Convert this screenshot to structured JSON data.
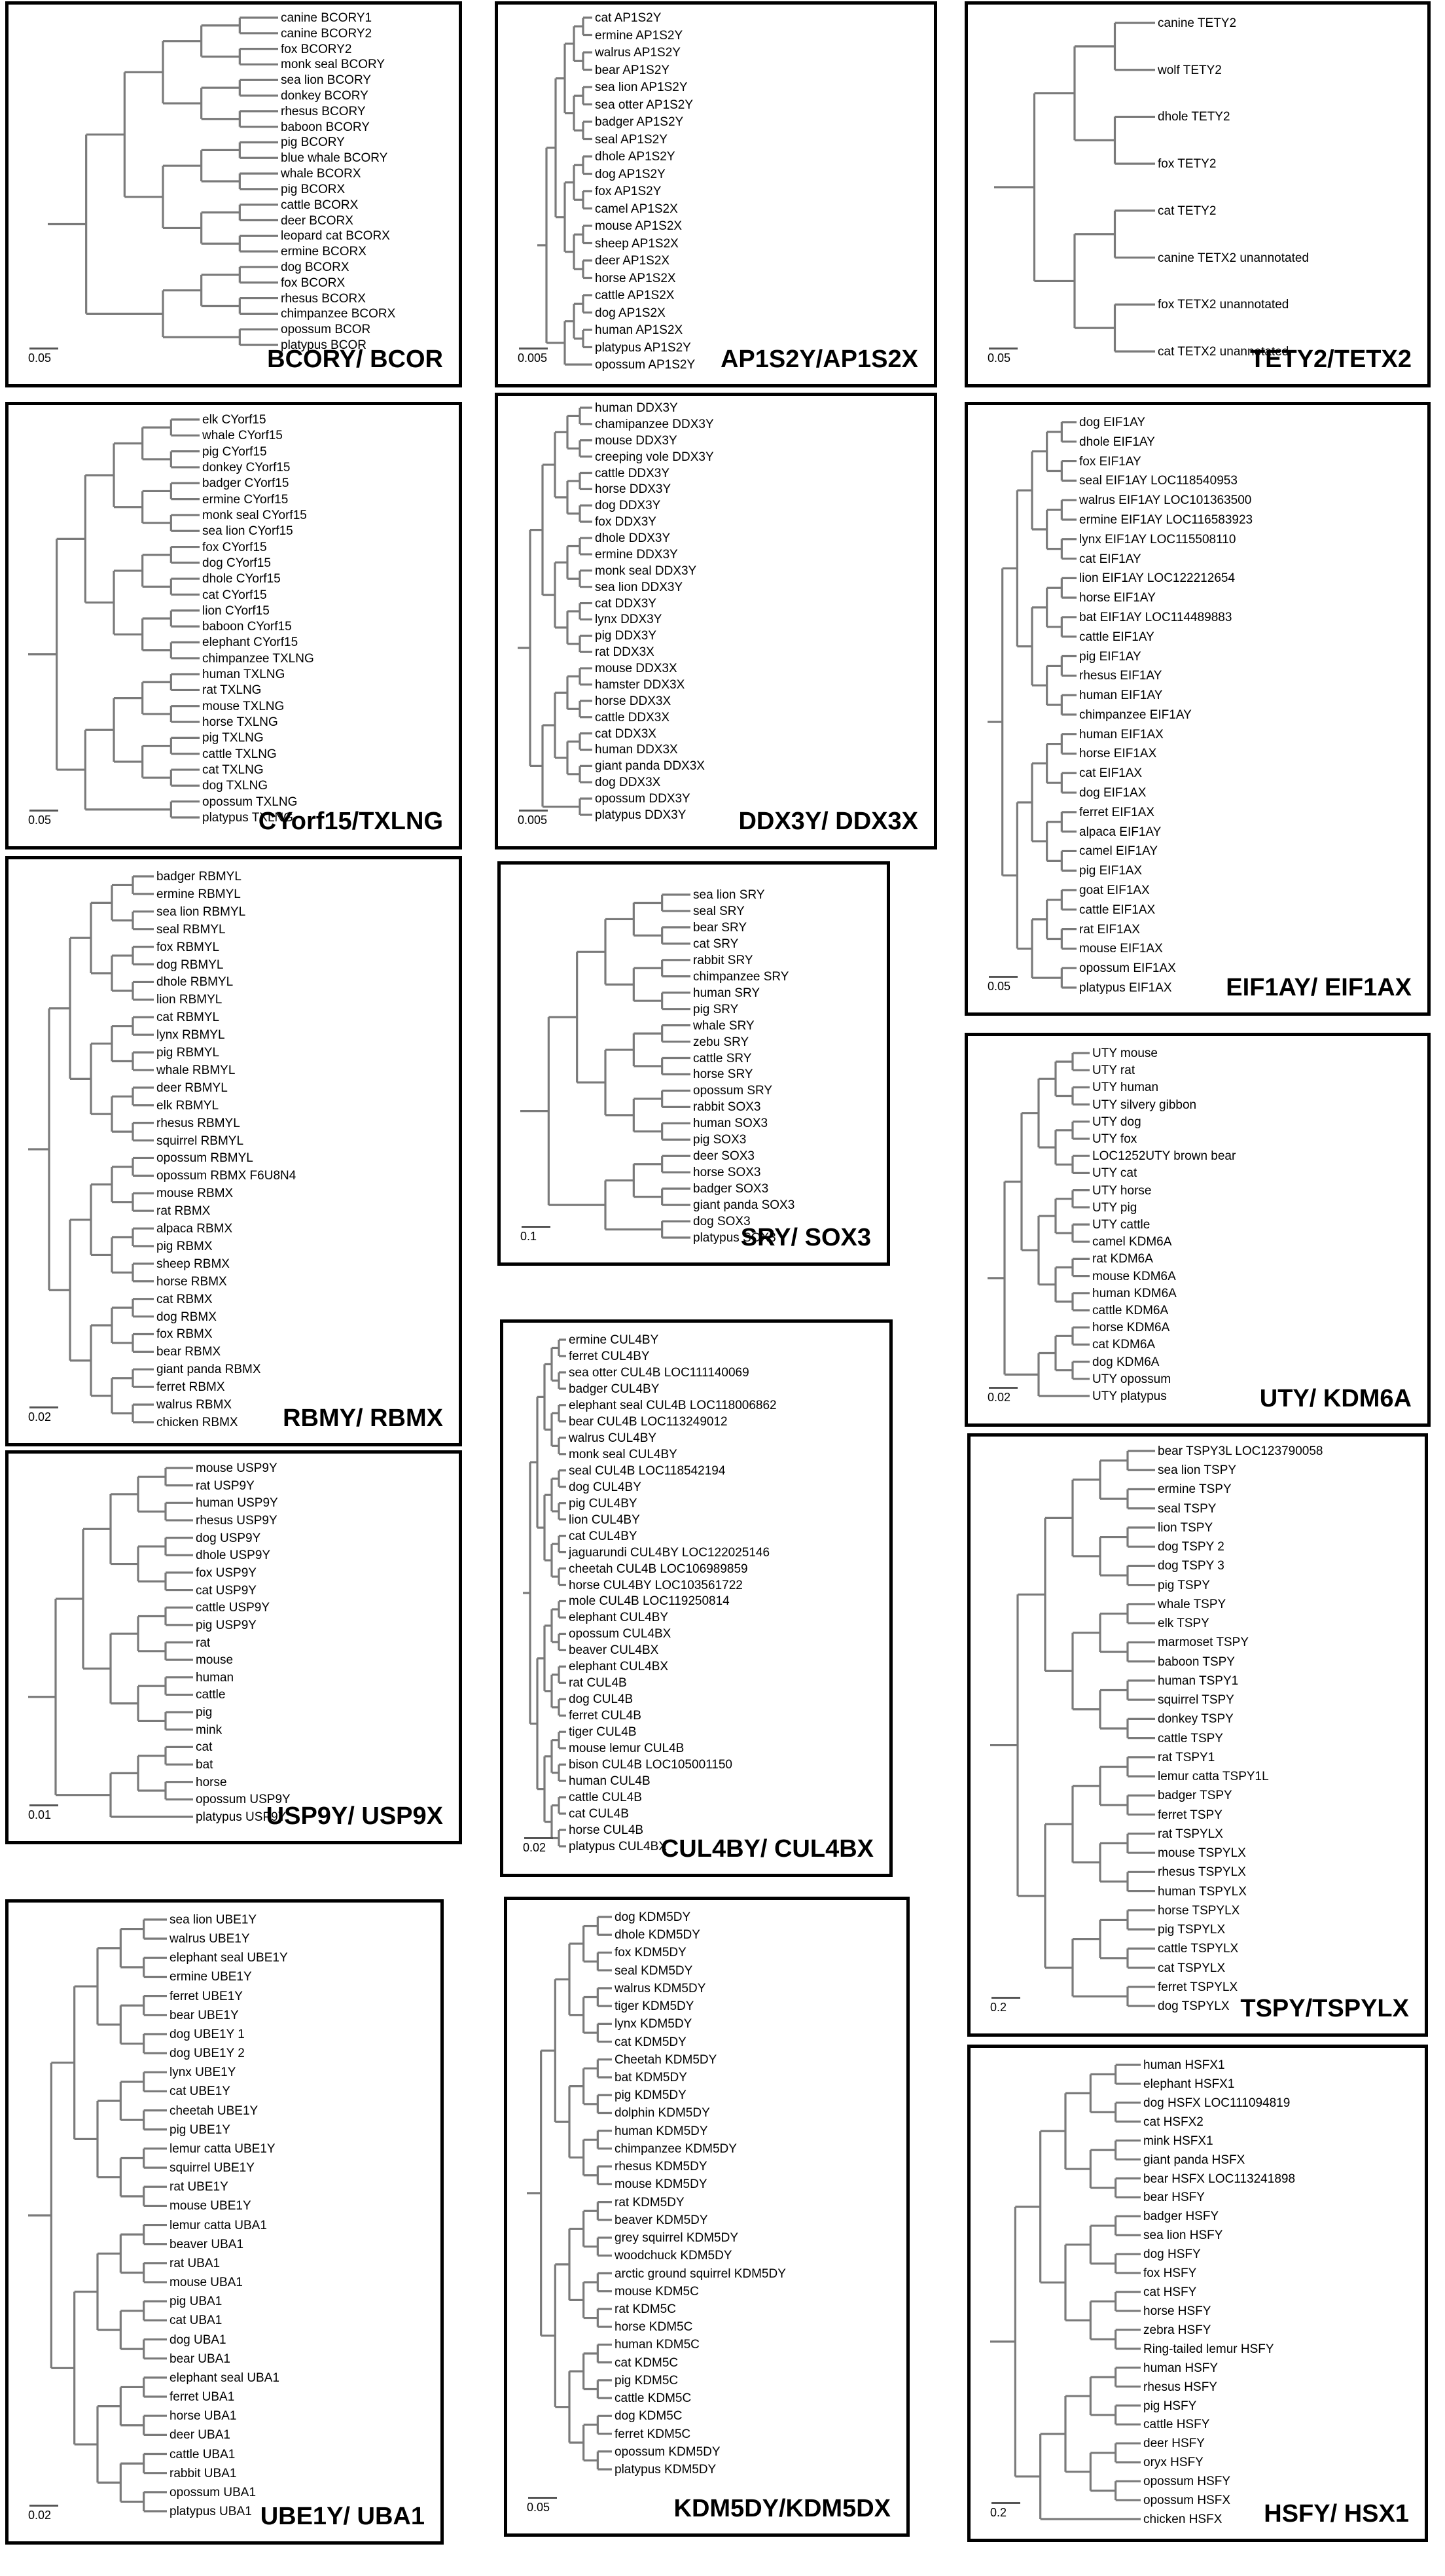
{
  "panels": [
    {
      "id": "bcory",
      "title": "BCORY/ BCOR",
      "scale": "0.05",
      "leaves": [
        "canine BCORY1",
        "canine BCORY2",
        "fox BCORY2",
        "monk seal BCORY",
        "sea lion BCORY",
        "donkey BCORY",
        "rhesus BCORY",
        "baboon BCORY",
        "pig BCORY",
        "blue whale BCORY",
        "whale BCORX",
        "pig BCORX",
        "cattle BCORX",
        "deer BCORX",
        "leopard cat BCORX",
        "ermine BCORX",
        "dog BCORX",
        "fox BCORX",
        "rhesus BCORX",
        "chimpanzee BCORX",
        "opossum BCOR",
        "platypus BCOR"
      ]
    },
    {
      "id": "ap1s2",
      "title": "AP1S2Y/AP1S2X",
      "scale": "0.005",
      "leaves": [
        "cat AP1S2Y",
        "ermine AP1S2Y",
        "walrus AP1S2Y",
        "bear AP1S2Y",
        "sea lion AP1S2Y",
        "sea otter AP1S2Y",
        "badger AP1S2Y",
        "seal AP1S2Y",
        "dhole AP1S2Y",
        "dog AP1S2Y",
        "fox AP1S2Y",
        "camel AP1S2X",
        "mouse AP1S2X",
        "sheep AP1S2X",
        "deer AP1S2X",
        "horse AP1S2X",
        "cattle AP1S2X",
        "dog AP1S2X",
        "human AP1S2X",
        "platypus AP1S2Y",
        "opossum AP1S2Y"
      ]
    },
    {
      "id": "tety",
      "title": "TETY2/TETX2",
      "scale": "0.05",
      "leaves": [
        "canine TETY2",
        "wolf TETY2",
        "dhole TETY2",
        "fox TETY2",
        "cat TETY2",
        "canine TETX2 unannotated",
        "fox TETX2 unannotated",
        "cat TETX2 unannotated"
      ]
    },
    {
      "id": "cyorf",
      "title": "CYorf15/TXLNG",
      "scale": "0.05",
      "leaves": [
        "elk CYorf15",
        "whale CYorf15",
        "pig CYorf15",
        "donkey CYorf15",
        "badger CYorf15",
        "ermine CYorf15",
        "monk seal CYorf15",
        "sea lion CYorf15",
        "fox CYorf15",
        "dog CYorf15",
        "dhole CYorf15",
        "cat CYorf15",
        "lion CYorf15",
        "baboon CYorf15",
        "elephant CYorf15",
        "chimpanzee TXLNG",
        "human TXLNG",
        "rat TXLNG",
        "mouse TXLNG",
        "horse TXLNG",
        "pig TXLNG",
        "cattle TXLNG",
        "cat TXLNG",
        "dog TXLNG",
        "opossum TXLNG",
        "platypus TXLNG"
      ]
    },
    {
      "id": "ddx3",
      "title": "DDX3Y/ DDX3X",
      "scale": "0.005",
      "leaves": [
        "human DDX3Y",
        "chamipanzee DDX3Y",
        "mouse DDX3Y",
        "creeping vole DDX3Y",
        "cattle DDX3Y",
        "horse DDX3Y",
        "dog DDX3Y",
        "fox DDX3Y",
        "dhole DDX3Y",
        "ermine DDX3Y",
        "monk seal DDX3Y",
        "sea lion DDX3Y",
        "cat DDX3Y",
        "lynx DDX3Y",
        "pig DDX3Y",
        "rat DDX3X",
        "mouse DDX3X",
        "hamster DDX3X",
        "horse DDX3X",
        "cattle DDX3X",
        "cat DDX3X",
        "human DDX3X",
        "giant panda DDX3X",
        "dog DDX3X",
        "opossum DDX3Y",
        "platypus DDX3Y"
      ]
    },
    {
      "id": "eif1a",
      "title": "EIF1AY/ EIF1AX",
      "scale": "0.05",
      "leaves": [
        "dog EIF1AY",
        "dhole EIF1AY",
        "fox EIF1AY",
        "seal EIF1AY LOC118540953",
        "walrus EIF1AY LOC101363500",
        "ermine EIF1AY LOC116583923",
        "lynx EIF1AY LOC115508110",
        "cat EIF1AY",
        "lion EIF1AY LOC122212654",
        "horse EIF1AY",
        "bat EIF1AY LOC114489883",
        "cattle EIF1AY",
        "pig EIF1AY",
        "rhesus EIF1AY",
        "human EIF1AY",
        "chimpanzee EIF1AY",
        "human EIF1AX",
        "horse EIF1AX",
        "cat EIF1AX",
        "dog EIF1AX",
        "ferret EIF1AX",
        "alpaca EIF1AY",
        "camel EIF1AY",
        "pig EIF1AX",
        "goat EIF1AX",
        "cattle EIF1AX",
        "rat EIF1AX",
        "mouse EIF1AX",
        "opossum EIF1AX",
        "platypus EIF1AX"
      ]
    },
    {
      "id": "rbmy",
      "title": "RBMY/ RBMX",
      "scale": "0.02",
      "leaves": [
        "badger RBMYL",
        "ermine RBMYL",
        "sea lion RBMYL",
        "seal RBMYL",
        "fox RBMYL",
        "dog RBMYL",
        "dhole RBMYL",
        "lion RBMYL",
        "cat RBMYL",
        "lynx RBMYL",
        "pig RBMYL",
        "whale RBMYL",
        "deer RBMYL",
        "elk RBMYL",
        "rhesus RBMYL",
        "squirrel RBMYL",
        "opossum RBMYL",
        "opossum RBMX F6U8N4",
        "mouse RBMX",
        "rat RBMX",
        "alpaca RBMX",
        "pig RBMX",
        "sheep RBMX",
        "horse RBMX",
        "cat RBMX",
        "dog RBMX",
        "fox RBMX",
        "bear RBMX",
        "giant panda RBMX",
        "ferret RBMX",
        "walrus RBMX",
        "chicken RBMX"
      ]
    },
    {
      "id": "sry",
      "title": "SRY/ SOX3",
      "scale": "0.1",
      "leaves": [
        "sea lion SRY",
        "seal SRY",
        "bear SRY",
        "cat SRY",
        "rabbit SRY",
        "chimpanzee SRY",
        "human SRY",
        "pig SRY",
        "whale SRY",
        "zebu SRY",
        "cattle SRY",
        "horse SRY",
        "opossum SRY",
        "rabbit SOX3",
        "human SOX3",
        "pig SOX3",
        "deer SOX3",
        "horse SOX3",
        "badger SOX3",
        "giant panda SOX3",
        "dog SOX3",
        "platypus SOX3"
      ]
    },
    {
      "id": "uty",
      "title": "UTY/ KDM6A",
      "scale": "0.02",
      "leaves": [
        "UTY mouse",
        "UTY rat",
        "UTY human",
        "UTY silvery gibbon",
        "UTY dog",
        "UTY fox",
        "LOC1252UTY brown bear",
        "UTY cat",
        "UTY horse",
        "UTY pig",
        "UTY cattle",
        "camel KDM6A",
        "rat KDM6A",
        "mouse KDM6A",
        "human KDM6A",
        "cattle KDM6A",
        "horse KDM6A",
        "cat KDM6A",
        "dog KDM6A",
        "UTY opossum",
        "UTY platypus"
      ]
    },
    {
      "id": "usp9",
      "title": "USP9Y/ USP9X",
      "scale": "0.01",
      "leaves": [
        "mouse USP9Y",
        "rat USP9Y",
        "human USP9Y",
        "rhesus USP9Y",
        "dog USP9Y",
        "dhole USP9Y",
        "fox USP9Y",
        "cat USP9Y",
        "cattle USP9Y",
        "pig USP9Y",
        "rat",
        "mouse",
        "human",
        "cattle",
        "pig",
        "mink",
        "cat",
        "bat",
        "horse",
        "opossum USP9Y",
        "platypus USP9Y"
      ]
    },
    {
      "id": "cul4b",
      "title": "CUL4BY/ CUL4BX",
      "scale": "0.02",
      "leaves": [
        "ermine CUL4BY",
        "ferret CUL4BY",
        "sea otter CUL4B LOC111140069",
        "badger CUL4BY",
        "elephant seal CUL4B LOC118006862",
        "bear CUL4B LOC113249012",
        "walrus CUL4BY",
        "monk seal CUL4BY",
        "seal CUL4B LOC118542194",
        "dog CUL4BY",
        "pig CUL4BY",
        "lion CUL4BY",
        "cat CUL4BY",
        "jaguarundi CUL4BY LOC122025146",
        "cheetah CUL4B LOC106989859",
        "horse CUL4BY LOC103561722",
        "mole CUL4B LOC119250814",
        "elephant CUL4BY",
        "opossum CUL4BX",
        "beaver CUL4BX",
        "elephant CUL4BX",
        "rat CUL4B",
        "dog CUL4B",
        "ferret CUL4B",
        "tiger CUL4B",
        "mouse lemur CUL4B",
        "bison CUL4B LOC105001150",
        "human CUL4B",
        "cattle CUL4B",
        "cat CUL4B",
        "horse CUL4B",
        "platypus CUL4BX"
      ]
    },
    {
      "id": "tspy",
      "title": "TSPY/TSPYLX",
      "scale": "0.2",
      "leaves": [
        "bear TSPY3L LOC123790058",
        "sea lion TSPY",
        "ermine TSPY",
        "seal TSPY",
        "lion TSPY",
        "dog TSPY 2",
        "dog TSPY 3",
        "pig TSPY",
        "whale TSPY",
        "elk TSPY",
        "marmoset TSPY",
        "baboon TSPY",
        "human TSPY1",
        "squirrel TSPY",
        "donkey TSPY",
        "cattle TSPY",
        "rat TSPY1",
        "lemur catta TSPY1L",
        "badger TSPY",
        "ferret TSPY",
        "rat TSPYLX",
        "mouse TSPYLX",
        "rhesus TSPYLX",
        "human TSPYLX",
        "horse TSPYLX",
        "pig TSPYLX",
        "cattle TSPYLX",
        "cat TSPYLX",
        "ferret TSPYLX",
        "dog TSPYLX"
      ]
    },
    {
      "id": "ube1",
      "title": "UBE1Y/ UBA1",
      "scale": "0.02",
      "leaves": [
        "sea lion UBE1Y",
        "walrus UBE1Y",
        "elephant seal UBE1Y",
        "ermine UBE1Y",
        "ferret UBE1Y",
        "bear UBE1Y",
        "dog UBE1Y 1",
        "dog UBE1Y 2",
        "lynx UBE1Y",
        "cat UBE1Y",
        "cheetah UBE1Y",
        "pig UBE1Y",
        "lemur catta UBE1Y",
        "squirrel UBE1Y",
        "rat UBE1Y",
        "mouse UBE1Y",
        "lemur catta UBA1",
        "beaver UBA1",
        "rat UBA1",
        "mouse UBA1",
        "pig UBA1",
        "cat UBA1",
        "dog UBA1",
        "bear UBA1",
        "elephant seal UBA1",
        "ferret UBA1",
        "horse UBA1",
        "deer UBA1",
        "cattle UBA1",
        "rabbit UBA1",
        "opossum UBA1",
        "platypus UBA1"
      ]
    },
    {
      "id": "kdm5d",
      "title": "KDM5DY/KDM5DX",
      "scale": "0.05",
      "leaves": [
        "dog KDM5DY",
        "dhole KDM5DY",
        "fox KDM5DY",
        "seal KDM5DY",
        "walrus KDM5DY",
        "tiger KDM5DY",
        "lynx KDM5DY",
        "cat KDM5DY",
        "Cheetah KDM5DY",
        "bat KDM5DY",
        "pig KDM5DY",
        "dolphin KDM5DY",
        "human KDM5DY",
        "chimpanzee KDM5DY",
        "rhesus KDM5DY",
        "mouse KDM5DY",
        "rat KDM5DY",
        "beaver KDM5DY",
        "grey squirrel KDM5DY",
        "woodchuck KDM5DY",
        "arctic ground squirrel KDM5DY",
        "mouse KDM5C",
        "rat KDM5C",
        "horse KDM5C",
        "human KDM5C",
        "cat KDM5C",
        "pig KDM5C",
        "cattle KDM5C",
        "dog KDM5C",
        "ferret KDM5C",
        "opossum KDM5DY",
        "platypus KDM5DY"
      ]
    },
    {
      "id": "hsfy",
      "title": "HSFY/ HSX1",
      "scale": "0.2",
      "leaves": [
        "human HSFX1",
        "elephant HSFX1",
        "dog HSFX LOC111094819",
        "cat HSFX2",
        "mink HSFX1",
        "giant panda HSFX",
        "bear HSFX LOC113241898",
        "bear HSFY",
        "badger HSFY",
        "sea lion HSFY",
        "dog HSFY",
        "fox HSFY",
        "cat HSFY",
        "horse HSFY",
        "zebra HSFY",
        "Ring-tailed lemur HSFY",
        "human HSFY",
        "rhesus HSFY",
        "pig HSFY",
        "cattle HSFY",
        "deer HSFY",
        "oryx HSFY",
        "opossum HSFY",
        "opossum HSFX",
        "chicken HSFX"
      ]
    }
  ]
}
